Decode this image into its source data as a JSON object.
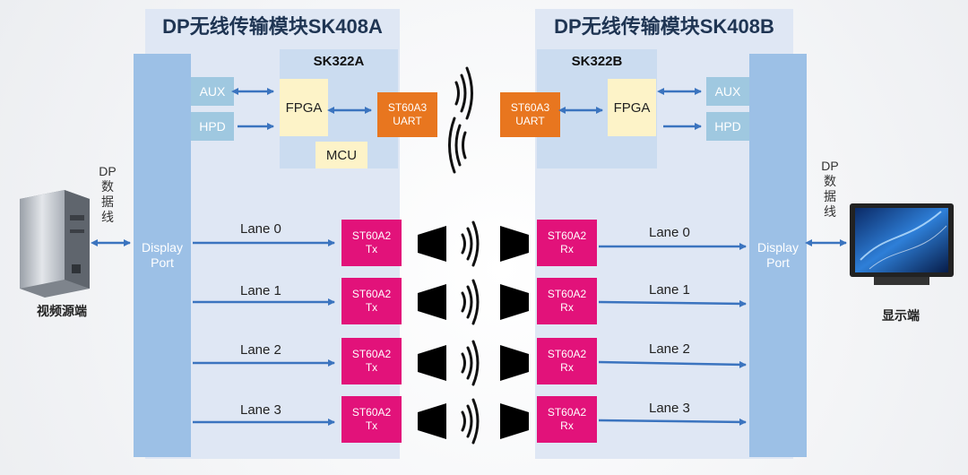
{
  "colors": {
    "panel": "#dfe7f4",
    "display_port": "#9cc0e6",
    "sk_board": "#cbdcf0",
    "signal_box": "#9fc8e0",
    "fpga": "#fdf3c8",
    "uart_chip": "#e8761f",
    "lane_chip": "#e2127a",
    "arrow": "#3b74bf",
    "title": "#1f3553"
  },
  "left_module": {
    "title": "DP无线传输模块SK408A",
    "board_title": "SK322A",
    "display_port": [
      "Display",
      "Port"
    ],
    "aux": "AUX",
    "hpd": "HPD",
    "fpga": "FPGA",
    "mcu": "MCU",
    "uart_chip": [
      "ST60A3",
      "UART"
    ],
    "lane_chips": [
      [
        "ST60A2",
        "Tx"
      ],
      [
        "ST60A2",
        "Tx"
      ],
      [
        "ST60A2",
        "Tx"
      ],
      [
        "ST60A2",
        "Tx"
      ]
    ]
  },
  "right_module": {
    "title": "DP无线传输模块SK408B",
    "board_title": "SK322B",
    "display_port": [
      "Display",
      "Port"
    ],
    "aux": "AUX",
    "hpd": "HPD",
    "fpga": "FPGA",
    "uart_chip": [
      "ST60A3",
      "UART"
    ],
    "lane_chips": [
      [
        "ST60A2",
        "Rx"
      ],
      [
        "ST60A2",
        "Rx"
      ],
      [
        "ST60A2",
        "Rx"
      ],
      [
        "ST60A2",
        "Rx"
      ]
    ]
  },
  "lanes": [
    "Lane 0",
    "Lane 1",
    "Lane 2",
    "Lane 3"
  ],
  "source": {
    "cable_label": [
      "DP",
      "数",
      "据",
      "线"
    ],
    "caption": "视频源端",
    "icon": "desktop-pc-icon"
  },
  "display": {
    "cable_label": [
      "DP",
      "数",
      "据",
      "线"
    ],
    "caption": "显示端",
    "icon": "monitor-icon"
  },
  "wireless_icon": "wireless-signal-icon",
  "antenna_icon": "horn-antenna-icon"
}
